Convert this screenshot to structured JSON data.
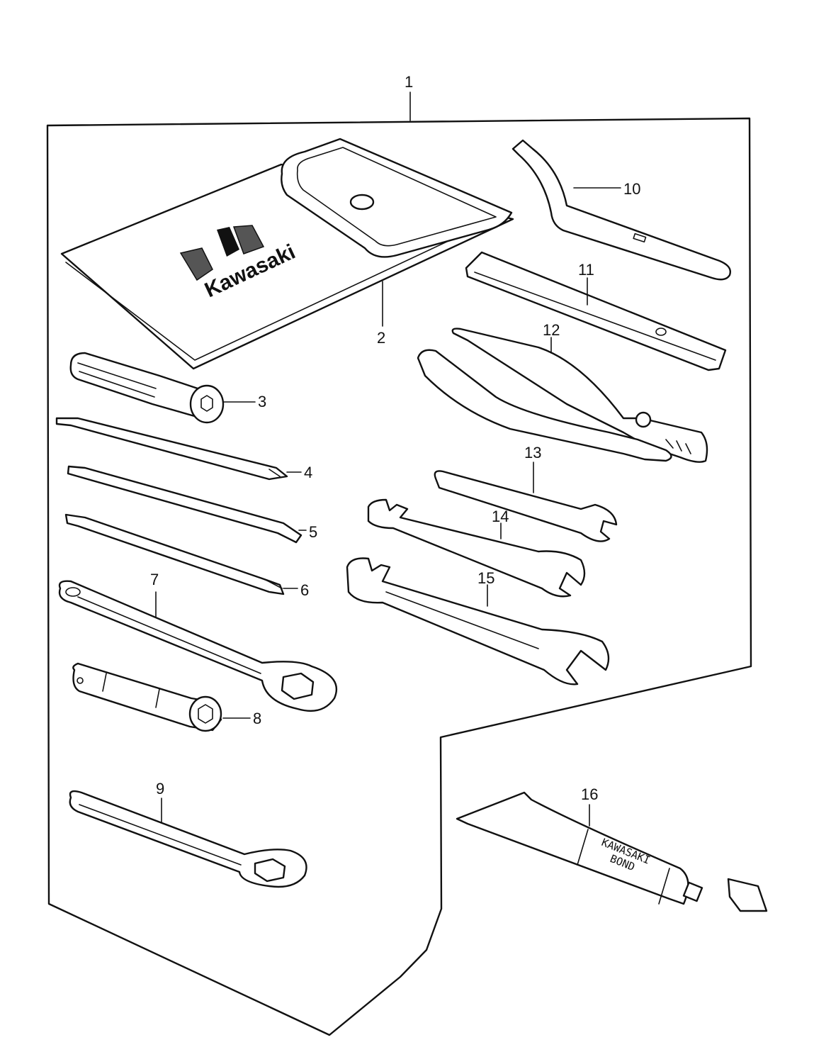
{
  "diagram": {
    "callouts": [
      {
        "id": "1",
        "label": "1"
      },
      {
        "id": "2",
        "label": "2"
      },
      {
        "id": "3",
        "label": "3"
      },
      {
        "id": "4",
        "label": "4"
      },
      {
        "id": "5",
        "label": "5"
      },
      {
        "id": "6",
        "label": "6"
      },
      {
        "id": "7",
        "label": "7"
      },
      {
        "id": "8",
        "label": "8"
      },
      {
        "id": "9",
        "label": "9"
      },
      {
        "id": "10",
        "label": "10"
      },
      {
        "id": "11",
        "label": "11"
      },
      {
        "id": "12",
        "label": "12"
      },
      {
        "id": "13",
        "label": "13"
      },
      {
        "id": "14",
        "label": "14"
      },
      {
        "id": "15",
        "label": "15"
      },
      {
        "id": "16",
        "label": "16"
      }
    ],
    "pouch_logo": "Kawasaki",
    "tube_label": [
      "KAWASAKI",
      "BOND"
    ]
  }
}
